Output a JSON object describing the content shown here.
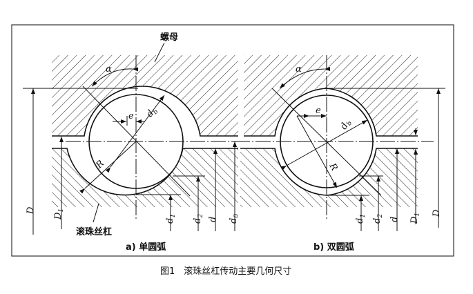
{
  "caption": "图1　滚珠丝杠传动主要几何尺寸",
  "panel_a": {
    "title": "a) 单圆弧",
    "nut_label": "螺母",
    "screw_label": "滚珠丝杠",
    "labels": {
      "alpha": "α",
      "e": "e",
      "db": "d",
      "db_sub": "b",
      "R": "R",
      "D": "D",
      "D1": "D",
      "D1_sub": "1",
      "d1": "d",
      "d1_sub": "1",
      "d2": "d",
      "d2_sub": "2",
      "d": "d",
      "d0": "d",
      "d0_sub": "0"
    }
  },
  "panel_b": {
    "title": "b) 双圆弧",
    "labels": {
      "alpha": "α",
      "e": "e",
      "db": "d",
      "db_sub": "b",
      "R": "R",
      "D": "D",
      "D1": "D",
      "D1_sub": "1",
      "d1": "d",
      "d1_sub": "1",
      "d2": "d",
      "d2_sub": "2",
      "d": "d"
    }
  }
}
